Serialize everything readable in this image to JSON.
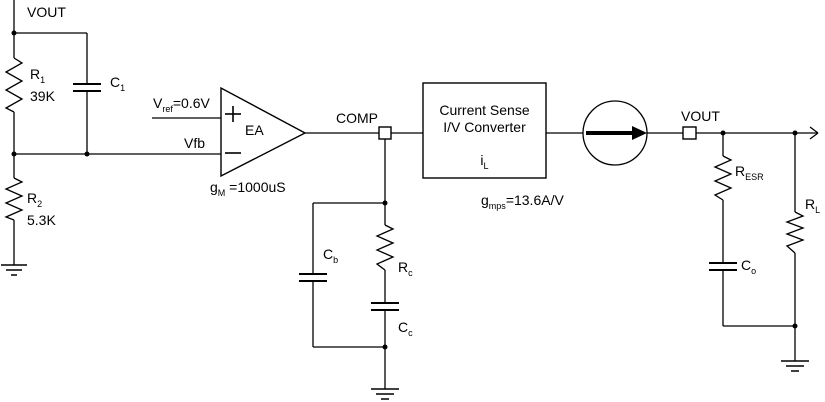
{
  "colors": {
    "line": "#000000",
    "background": "#ffffff",
    "text": "#000000"
  },
  "labels": {
    "vout_top": "VOUT",
    "r1": {
      "base": "R",
      "sub": "1",
      "value": "39K"
    },
    "c1": {
      "base": "C",
      "sub": "1"
    },
    "r2": {
      "base": "R",
      "sub": "2",
      "value": "5.3K"
    },
    "vref": {
      "base": "V",
      "sub": "ref",
      "rest": "=0.6V"
    },
    "vfb": "Vfb",
    "ea": "EA",
    "gm": {
      "base": "g",
      "sub": "M",
      "rest": " =1000uS"
    },
    "comp": "COMP",
    "converter": {
      "line1": "Current Sense",
      "line2": "I/V Converter"
    },
    "il": {
      "base": "i",
      "sub": "L"
    },
    "gmps": {
      "base": "g",
      "sub": "mps",
      "rest": "=13.6A/V"
    },
    "vout_right": "VOUT",
    "resr": {
      "base": "R",
      "sub": "ESR"
    },
    "co_right": {
      "base": "C",
      "sub": "o"
    },
    "rl": {
      "base": "R",
      "sub": "L"
    },
    "cb": {
      "base": "C",
      "sub": "b"
    },
    "rc": {
      "base": "R",
      "sub": "c"
    },
    "cc": {
      "base": "C",
      "sub": "c"
    }
  }
}
